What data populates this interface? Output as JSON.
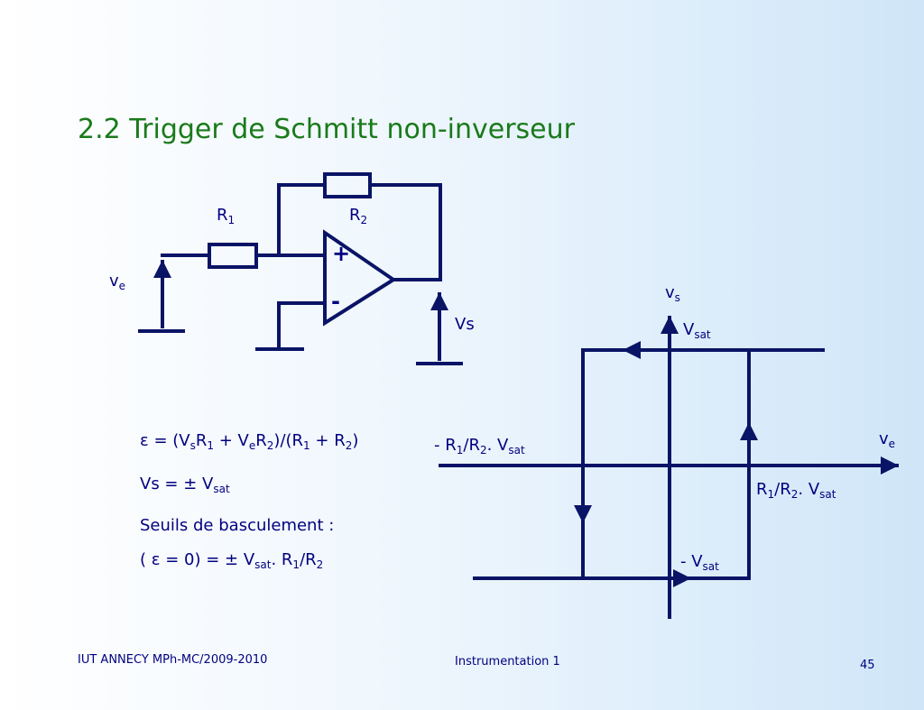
{
  "title": "2.2 Trigger de Schmitt non-inverseur",
  "circuit": {
    "r1": {
      "main": "R",
      "sub": "1"
    },
    "r2": {
      "main": "R",
      "sub": "2"
    },
    "ve": {
      "main": "v",
      "sub": "e"
    },
    "vs": "Vs",
    "plus": "+",
    "minus": "-"
  },
  "equations": {
    "eq1": {
      "eps": "ε",
      "t1": " = (V",
      "s1": "s",
      "t2": "R",
      "s2": "1",
      "t3": " + V",
      "s3": "e",
      "t4": "R",
      "s4": "2",
      "t5": ")/(R",
      "s5": "1",
      "t6": " + R",
      "s6": "2",
      "t7": ")"
    },
    "eq2": {
      "t1": "Vs = ",
      "pm": "±",
      "t2": " V",
      "s1": "sat"
    },
    "eq3": "Seuils de basculement :",
    "eq4": {
      "t1": "( ",
      "eps": "ε",
      "t2": " = 0)  = ",
      "pm": "±",
      "t3": " V",
      "s1": "sat",
      "t4": ". R",
      "s2": "1",
      "t5": "/R",
      "s3": "2"
    }
  },
  "graph": {
    "vs_axis": {
      "main": "v",
      "sub": "s"
    },
    "ve_axis": {
      "main": "v",
      "sub": "e"
    },
    "vsat_pos": {
      "main": "V",
      "sub": "sat"
    },
    "vsat_neg": {
      "pre": "- V",
      "sub": "sat"
    },
    "thr_neg": {
      "t1": "- R",
      "s1": "1",
      "t2": "/R",
      "s2": "2",
      "t3": ". V",
      "s3": "sat"
    },
    "thr_pos": {
      "t1": "R",
      "s1": "1",
      "t2": "/R",
      "s2": "2",
      "t3": ". V",
      "s3": "sat"
    }
  },
  "footer": {
    "left": "IUT ANNECY MPh-MC/2009-2010",
    "center": "Instrumentation 1",
    "page": "45"
  },
  "colors": {
    "title": "#1a7a1a",
    "ink": "#000080",
    "line": "#0a1466"
  }
}
